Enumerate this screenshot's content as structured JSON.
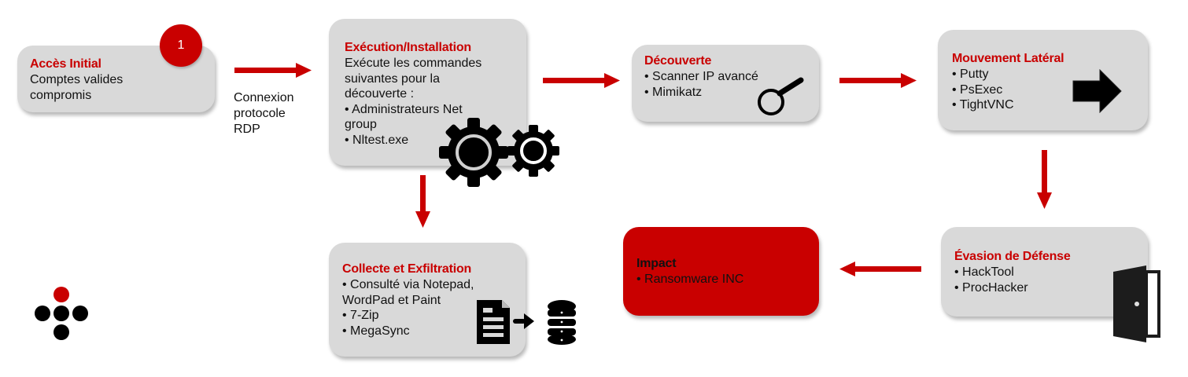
{
  "colors": {
    "accent": "#c90000",
    "box": "#d9d9d9",
    "text": "#111111"
  },
  "badge": {
    "number": "1"
  },
  "stages": {
    "initial_access": {
      "title": "Accès Initial",
      "lines": [
        "Comptes valides",
        "compromis"
      ]
    },
    "execution": {
      "title": "Exécution/Installation",
      "lines": [
        "Exécute les commandes",
        "suivantes pour la",
        "découverte :",
        "• Administrateurs Net",
        "group",
        "• Nltest.exe"
      ]
    },
    "discovery": {
      "title": "Découverte",
      "lines": [
        "• Scanner IP avancé",
        "• Mimikatz"
      ]
    },
    "lateral_movement": {
      "title": "Mouvement Latéral",
      "lines": [
        "• Putty",
        "• PsExec",
        "• TightVNC"
      ]
    },
    "defense_evasion": {
      "title": "Évasion de Défense",
      "lines": [
        "• HackTool",
        "• ProcHacker"
      ]
    },
    "impact": {
      "title": "Impact",
      "lines": [
        "• Ransomware INC"
      ]
    },
    "collection": {
      "title": "Collecte et Exfiltration",
      "lines": [
        "• Consulté via Notepad,",
        "WordPad et Paint",
        "• 7-Zip",
        "• MegaSync"
      ]
    }
  },
  "edge_labels": {
    "initial_to_execution": [
      "Connexion",
      "protocole",
      "RDP"
    ]
  },
  "icons": {
    "execution": "gears-icon",
    "discovery": "magnifier-icon",
    "lateral_movement": "right-arrow-icon",
    "defense_evasion": "open-door-icon",
    "collection": "document-to-database-icon",
    "logo": "dots-logo"
  }
}
